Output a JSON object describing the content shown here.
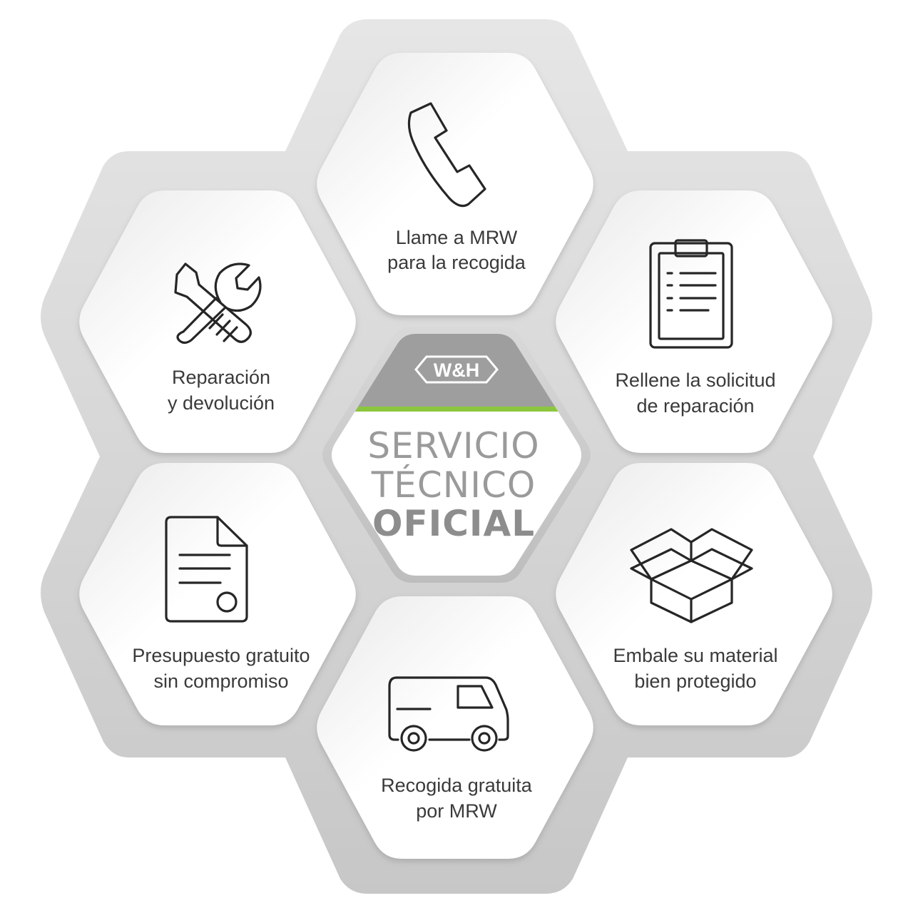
{
  "center": {
    "logo": "W&H",
    "line1": "SERVICIO",
    "line2": "TÉCNICO",
    "line3": "OFICIAL",
    "accent_color": "#8cc63f"
  },
  "steps": [
    {
      "icon": "phone-icon",
      "line1": "Llame a MRW",
      "line2": "para la recogida"
    },
    {
      "icon": "clipboard-icon",
      "line1": "Rellene la solicitud",
      "line2": "de reparación"
    },
    {
      "icon": "box-icon",
      "line1": "Embale su material",
      "line2": "bien protegido"
    },
    {
      "icon": "van-icon",
      "line1": "Recogida gratuita",
      "line2": "por MRW"
    },
    {
      "icon": "document-icon",
      "line1": "Presupuesto gratuito",
      "line2": "sin compromiso"
    },
    {
      "icon": "tools-icon",
      "line1": "Reparación",
      "line2": "y devolución"
    }
  ]
}
